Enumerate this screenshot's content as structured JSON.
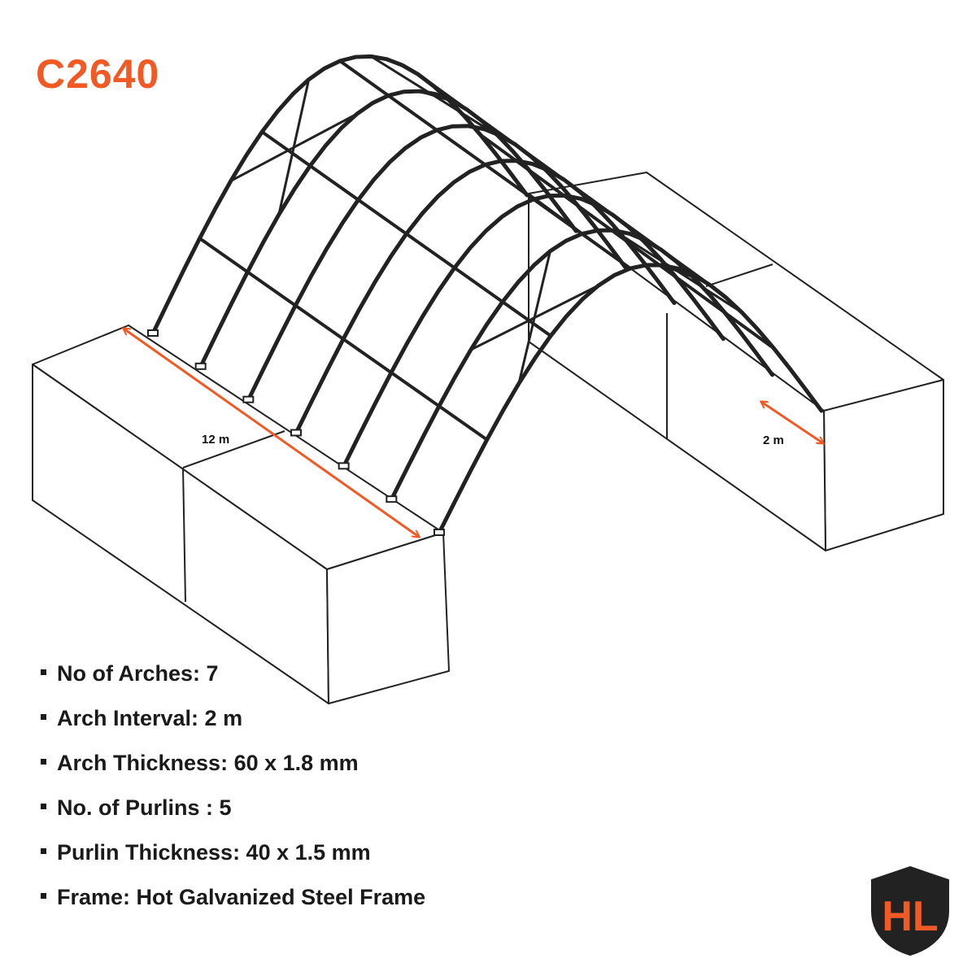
{
  "title": "C2640",
  "dimensions": {
    "length_label": "12 m",
    "width_label": "2 m"
  },
  "specs": [
    "No of Arches: 7",
    "Arch Interval: 2 m",
    "Arch Thickness: 60 x 1.8 mm",
    "No. of Purlins : 5",
    "Purlin Thickness: 40 x 1.5 mm",
    "Frame: Hot Galvanized Steel Frame"
  ],
  "logo": {
    "text": "HL",
    "shield_color": "#222222",
    "letter_color": "#f15a24"
  },
  "colors": {
    "accent": "#f15a24",
    "line": "#222222"
  }
}
